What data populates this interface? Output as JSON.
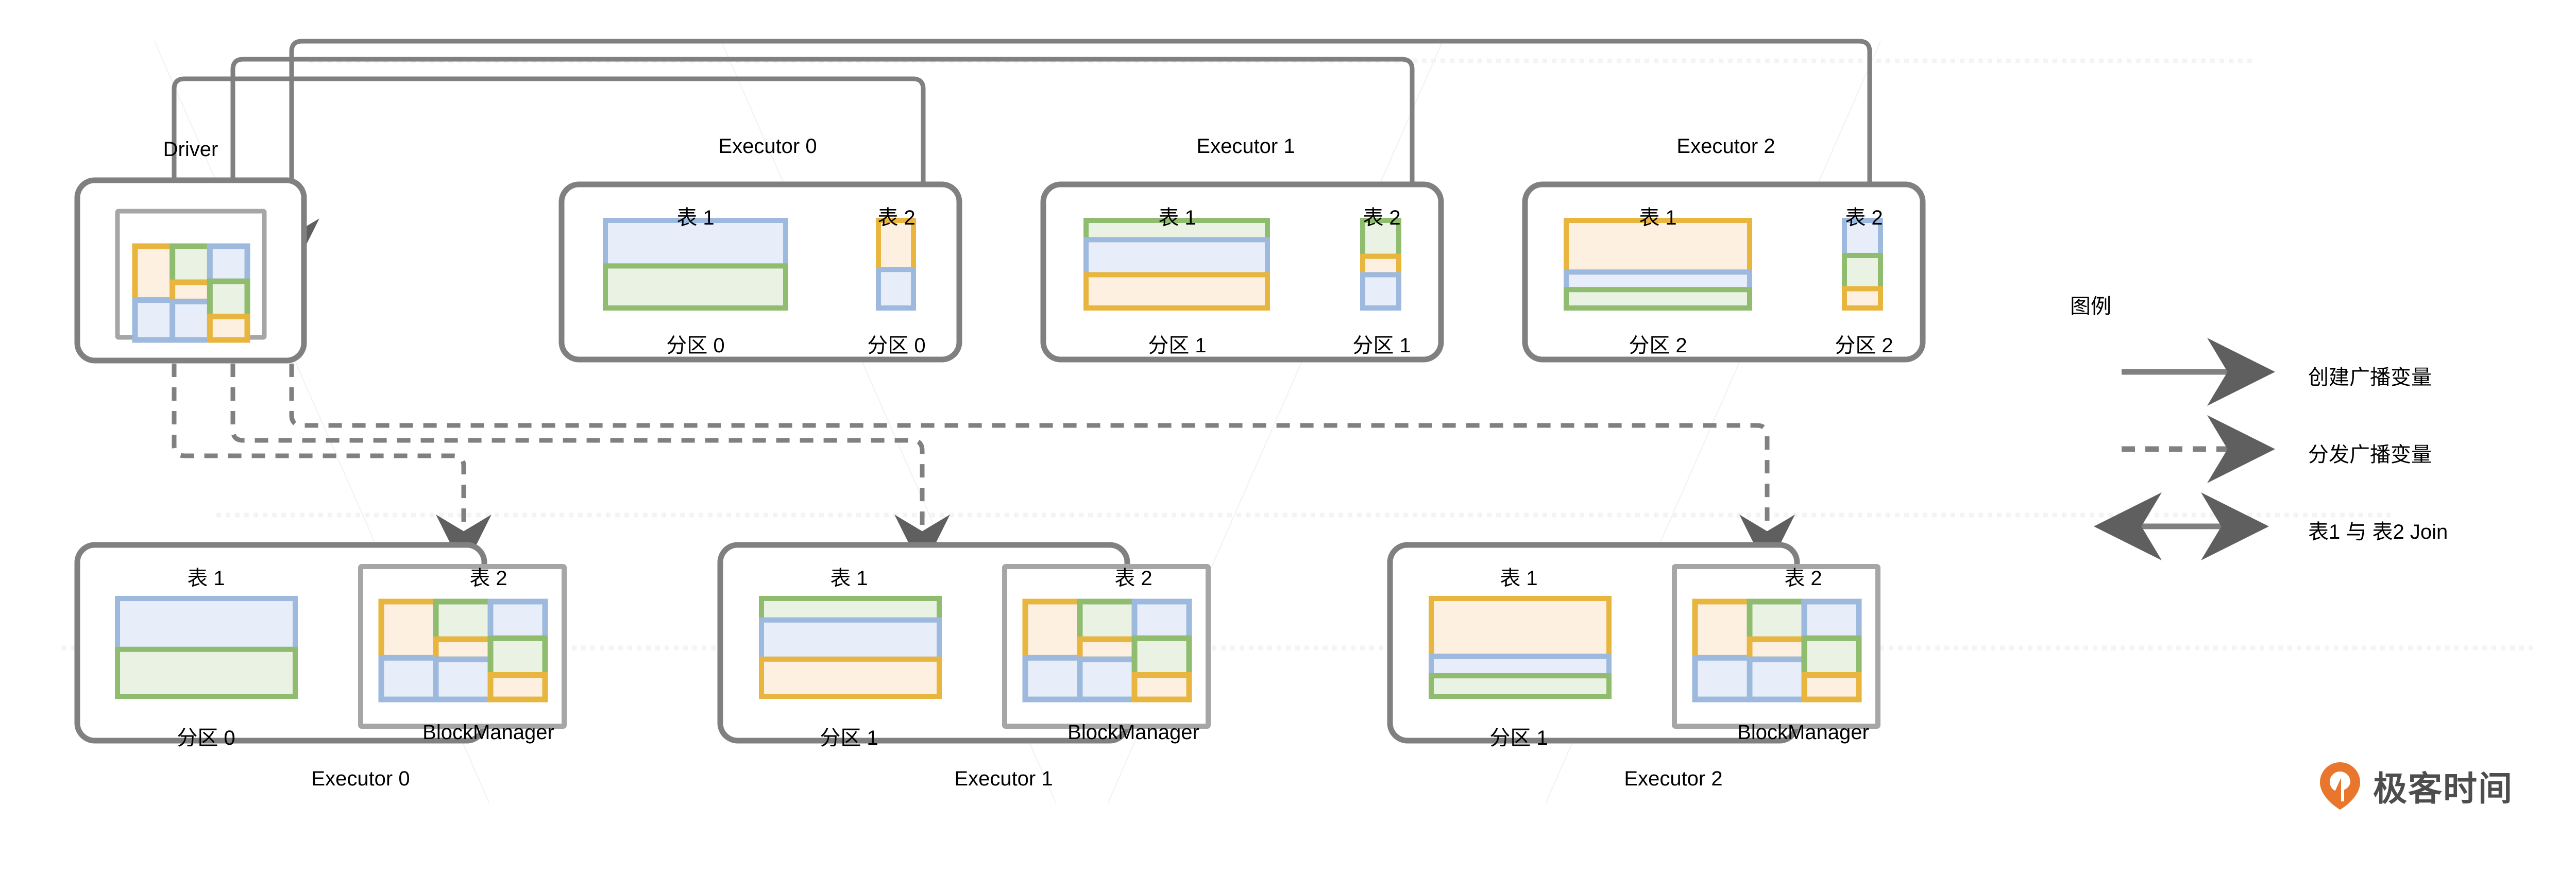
{
  "diagram": {
    "title": "Spark Broadcast Join Diagram",
    "palette": {
      "box_border": "#808080",
      "inner_border": "#a6a6a6",
      "arrow": "#808080",
      "orange_fill": "#fdf0e0",
      "orange_border": "#e8b53f",
      "green_fill": "#e9f2e3",
      "green_border": "#8fbc6e",
      "blue_fill": "#e8eef9",
      "blue_border": "#9db9dd",
      "logo_orange": "#e8762c",
      "logo_text": "#4d4d4d",
      "text": "#000000"
    },
    "driver": {
      "title": "Driver",
      "grid": {
        "columns": [
          {
            "segments": [
              {
                "color": "orange",
                "frac": 0.575
              },
              {
                "color": "blue",
                "frac": 0.425
              }
            ]
          },
          {
            "segments": [
              {
                "color": "green",
                "frac": 0.385
              },
              {
                "color": "orange",
                "frac": 0.205
              },
              {
                "color": "blue",
                "frac": 0.41
              }
            ]
          },
          {
            "segments": [
              {
                "color": "blue",
                "frac": 0.375
              },
              {
                "color": "green",
                "frac": 0.375
              },
              {
                "color": "orange",
                "frac": 0.25
              }
            ]
          }
        ]
      }
    },
    "top_executors": [
      {
        "title": "Executor 0",
        "table1_label": "表 1",
        "table2_label": "表 2",
        "partition1_label": "分区 0",
        "partition2_label": "分区 0",
        "table1_bars": [
          {
            "color": "blue",
            "frac": 0.52
          },
          {
            "color": "green",
            "frac": 0.48
          }
        ],
        "table2_bars": [
          {
            "color": "orange",
            "frac": 0.56
          },
          {
            "color": "blue",
            "frac": 0.44
          }
        ]
      },
      {
        "title": "Executor 1",
        "table1_label": "表 1",
        "table2_label": "表 2",
        "partition1_label": "分区 1",
        "partition2_label": "分区 1",
        "table1_bars": [
          {
            "color": "green",
            "frac": 0.22
          },
          {
            "color": "blue",
            "frac": 0.4
          },
          {
            "color": "orange",
            "frac": 0.38
          }
        ],
        "table2_bars": [
          {
            "color": "green",
            "frac": 0.41
          },
          {
            "color": "orange",
            "frac": 0.21
          },
          {
            "color": "blue",
            "frac": 0.38
          }
        ]
      },
      {
        "title": "Executor 2",
        "table1_label": "表 1",
        "table2_label": "表 2",
        "partition1_label": "分区 2",
        "partition2_label": "分区 2",
        "table1_bars": [
          {
            "color": "orange",
            "frac": 0.59
          },
          {
            "color": "blue",
            "frac": 0.2
          },
          {
            "color": "green",
            "frac": 0.21
          }
        ],
        "table2_bars": [
          {
            "color": "blue",
            "frac": 0.4
          },
          {
            "color": "green",
            "frac": 0.38
          },
          {
            "color": "orange",
            "frac": 0.22
          }
        ]
      }
    ],
    "bottom_executors": [
      {
        "title": "Executor 0",
        "table1_label": "表 1",
        "table2_label": "表 2",
        "partition_label": "分区 0",
        "blockmanager_label": "BlockManager",
        "table1_bars": [
          {
            "color": "blue",
            "frac": 0.52
          },
          {
            "color": "green",
            "frac": 0.48
          }
        ]
      },
      {
        "title": "Executor 1",
        "table1_label": "表 1",
        "table2_label": "表 2",
        "partition_label": "分区 1",
        "blockmanager_label": "BlockManager",
        "table1_bars": [
          {
            "color": "green",
            "frac": 0.22
          },
          {
            "color": "blue",
            "frac": 0.4
          },
          {
            "color": "orange",
            "frac": 0.38
          }
        ]
      },
      {
        "title": "Executor 2",
        "table1_label": "表 1",
        "table2_label": "表 2",
        "partition_label": "分区 1",
        "blockmanager_label": "BlockManager",
        "table1_bars": [
          {
            "color": "orange",
            "frac": 0.59
          },
          {
            "color": "blue",
            "frac": 0.2
          },
          {
            "color": "green",
            "frac": 0.21
          }
        ]
      }
    ],
    "legend": {
      "title": "图例",
      "items": [
        {
          "style": "solid-arrow",
          "label": "创建广播变量"
        },
        {
          "style": "dashed-arrow",
          "label": "分发广播变量"
        },
        {
          "style": "double-arrow",
          "label": "表1 与  表2 Join"
        }
      ]
    },
    "logo": {
      "text": "极客时间",
      "mark": "geekbang-pin-icon"
    }
  }
}
